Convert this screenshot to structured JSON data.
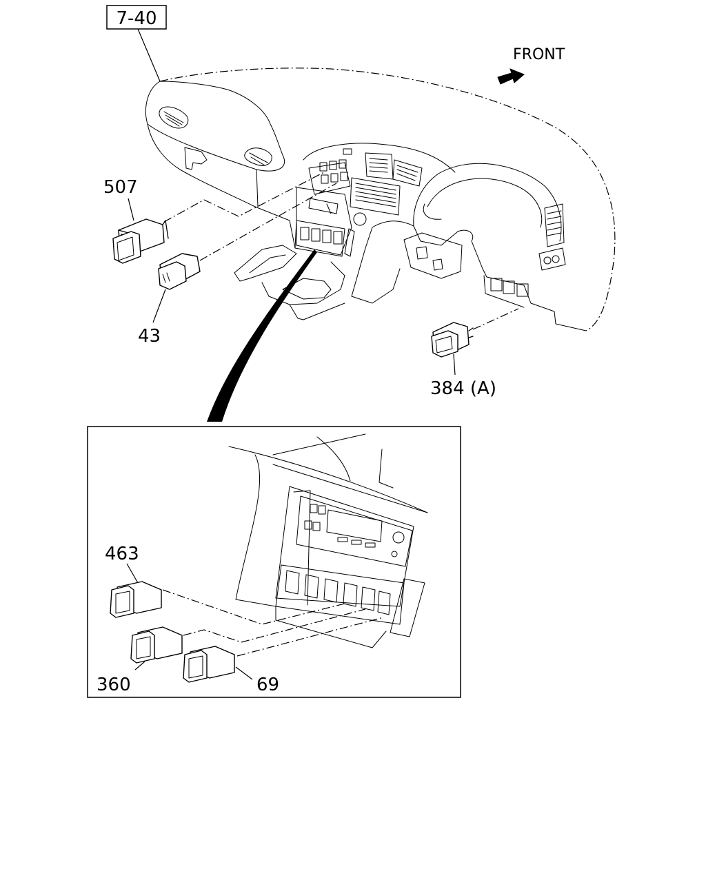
{
  "reference_box": "7-40",
  "direction_label": "FRONT",
  "callouts": {
    "part_507": "507",
    "part_43": "43",
    "part_384": "384 (A)",
    "part_463": "463",
    "part_360": "360",
    "part_69": "69"
  },
  "icons": [
    "front-arrow-icon"
  ]
}
